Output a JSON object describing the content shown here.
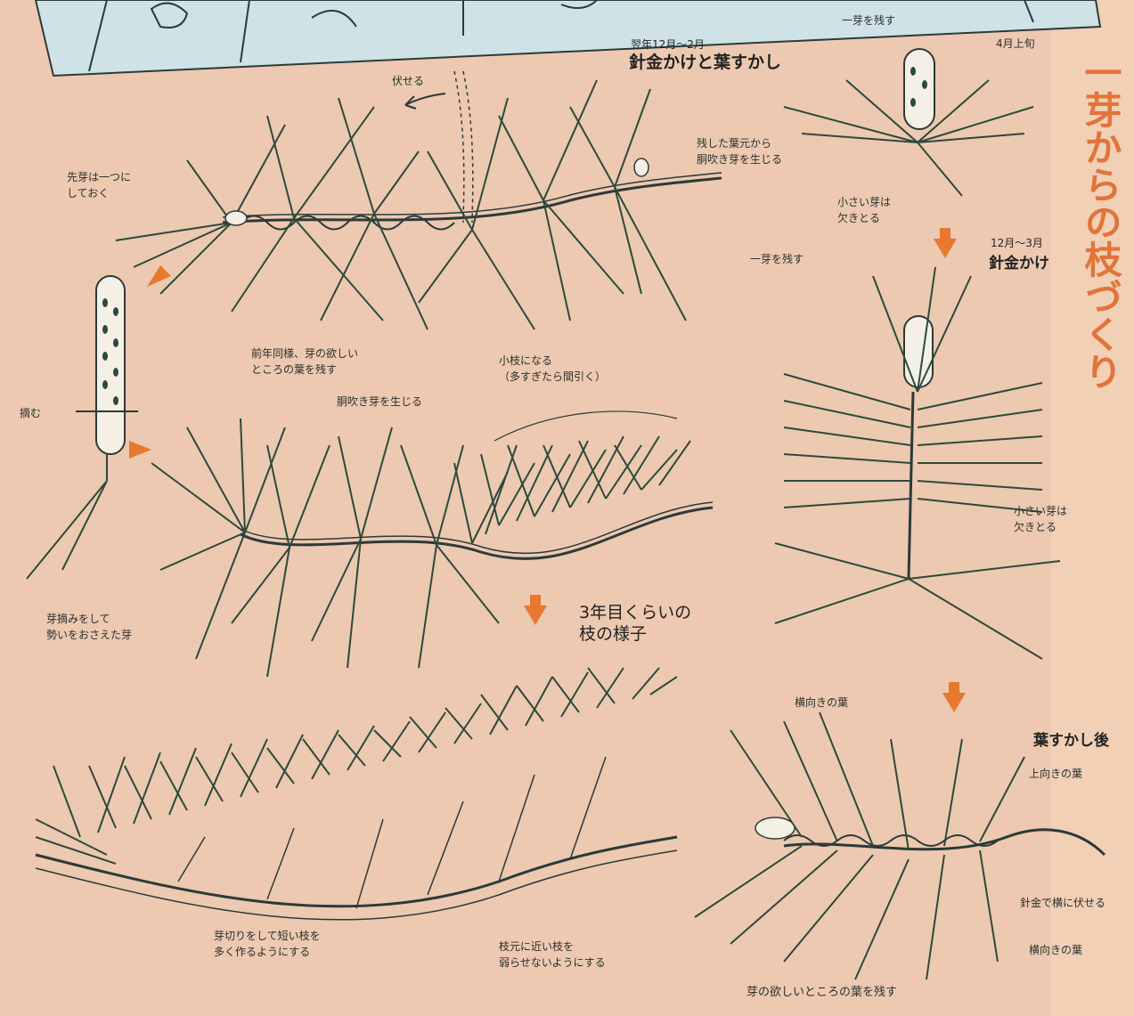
{
  "side_title": "一芽からの枝づくり",
  "colors": {
    "accent": "#e2743a",
    "ink": "#2c4a3c",
    "paper": "#ecc9b0"
  },
  "top_center": {
    "period": "翌年12月～2月",
    "title": "針金かけと葉すかし",
    "fuseru": "伏せる",
    "tip_one": "先芽は一つに\nしておく",
    "dokubuki_from_leaf_base": "残した葉元から\n胴吹き芽を生じる",
    "leave_leaves": "前年同様、芽の欲しい\nところの葉を残す"
  },
  "middle_left": {
    "tsumu": "摘む",
    "dokubuki": "胴吹き芽を生じる",
    "koeda": "小枝になる\n（多すぎたら間引く）",
    "memtsumi": "芽摘みをして\n勢いをおさえた芽"
  },
  "third_year": {
    "title": "3年目くらいの\n枝の様子",
    "mekiri": "芽切りをして短い枝を\n多く作るようにする",
    "edamoto": "枝元に近い枝を\n弱らせないようにする"
  },
  "right_column": {
    "april": "4月上旬",
    "leave_one_bud_top": "一芽を残す",
    "remove_small_top": "小さい芽は\n欠きとる",
    "dec_mar": "12月～3月",
    "wiring": "針金かけ",
    "leave_one_bud_mid": "一芽を残す",
    "remove_small_mid": "小さい芽は\n欠きとる",
    "after_thinning": "葉すかし後",
    "sideways_leaves_top": "横向きの葉",
    "upward_leaves": "上向きの葉",
    "wire_lay_down": "針金で横に伏せる",
    "sideways_leaves_bottom": "横向きの葉",
    "leave_where_wanted": "芽の欲しいところの葉を残す"
  }
}
